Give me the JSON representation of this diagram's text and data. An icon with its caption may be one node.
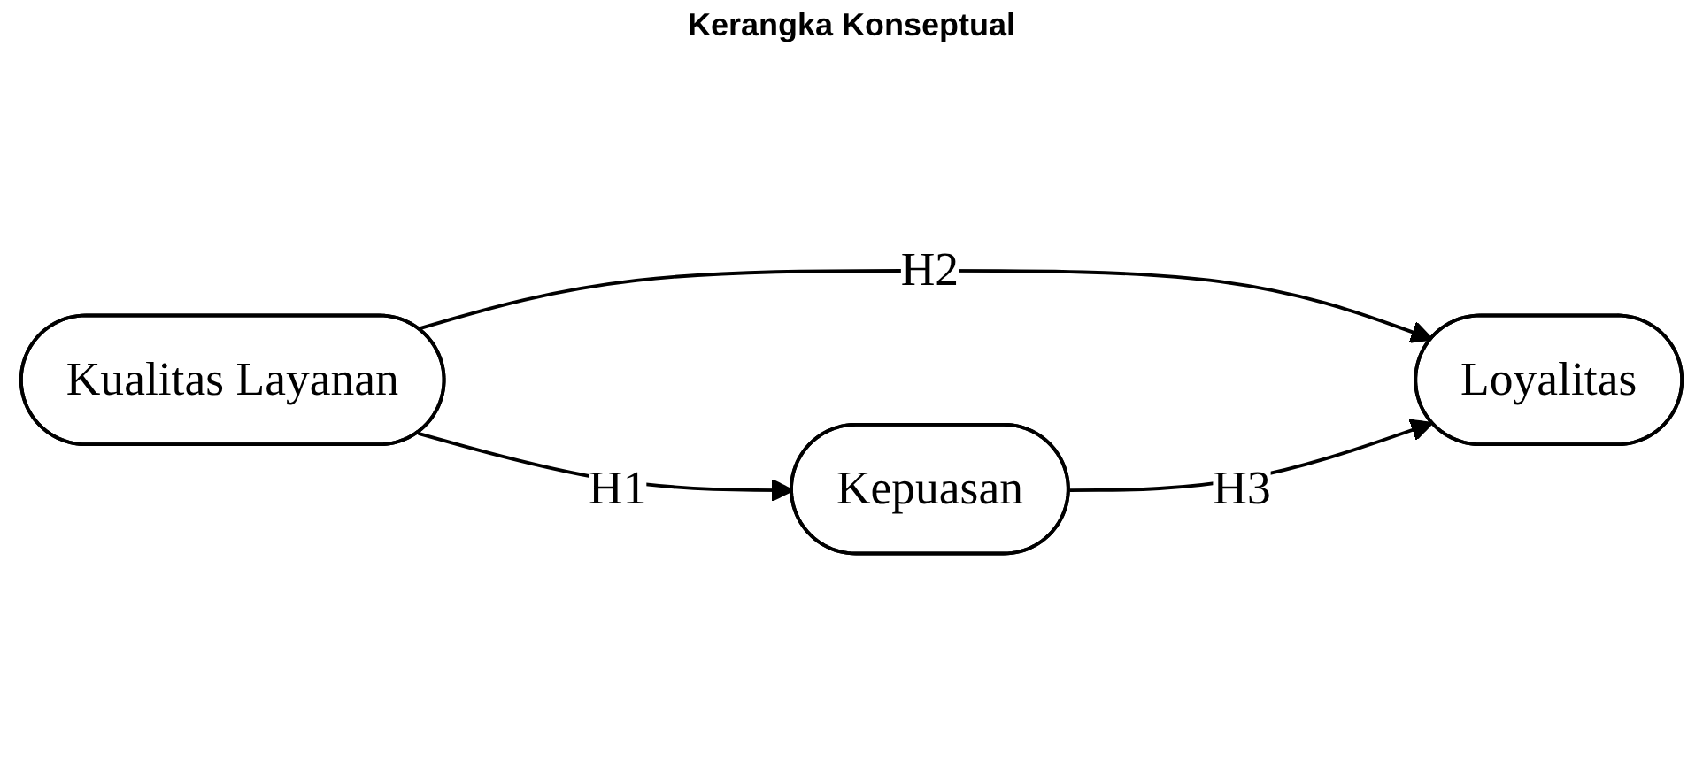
{
  "diagram": {
    "title": "Kerangka Konseptual",
    "nodes": [
      {
        "text": [
          "Kualitas Layanan"
        ]
      },
      {
        "text": [
          "Loyalitas"
        ]
      },
      {
        "text": [
          "Kepuasan"
        ]
      }
    ],
    "edges": [
      {
        "from": 0,
        "to": 1,
        "arrow": "to",
        "label": "H2"
      },
      {
        "from": 0,
        "to": 2,
        "arrow": "to",
        "label": "H1"
      },
      {
        "from": 2,
        "to": 1,
        "arrow": "to",
        "label": "H3"
      }
    ]
  }
}
